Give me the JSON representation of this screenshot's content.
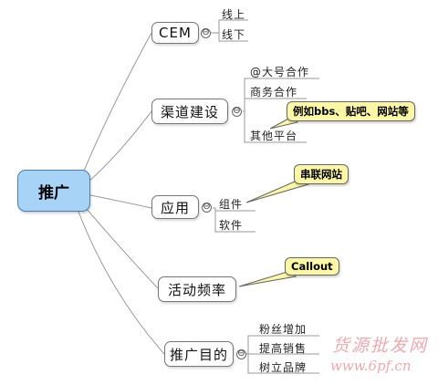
{
  "root": {
    "label": "推广"
  },
  "branches": [
    {
      "label": "CEM",
      "children": [
        "线上",
        "线下"
      ]
    },
    {
      "label": "渠道建设",
      "children": [
        "@大号合作",
        "商务合作",
        "其他平台"
      ]
    },
    {
      "label": "应用",
      "children": [
        "组件",
        "软件"
      ]
    },
    {
      "label": "活动频率",
      "children": []
    },
    {
      "label": "推广目的",
      "children": [
        "粉丝增加",
        "提高销售",
        "树立品牌"
      ]
    }
  ],
  "callouts": {
    "channel_other": "例如bbs、贴吧、网站等",
    "app_widget": "串联网站",
    "activity": "Callout"
  },
  "collapse_symbol": "⊖",
  "watermark": {
    "line1": "货源批发网",
    "line2": "www.6pf.cn"
  },
  "colors": {
    "root_fill": "#a7d3f6",
    "callout_fill": "#fbf7a4",
    "watermark": "#f2a8b0"
  }
}
